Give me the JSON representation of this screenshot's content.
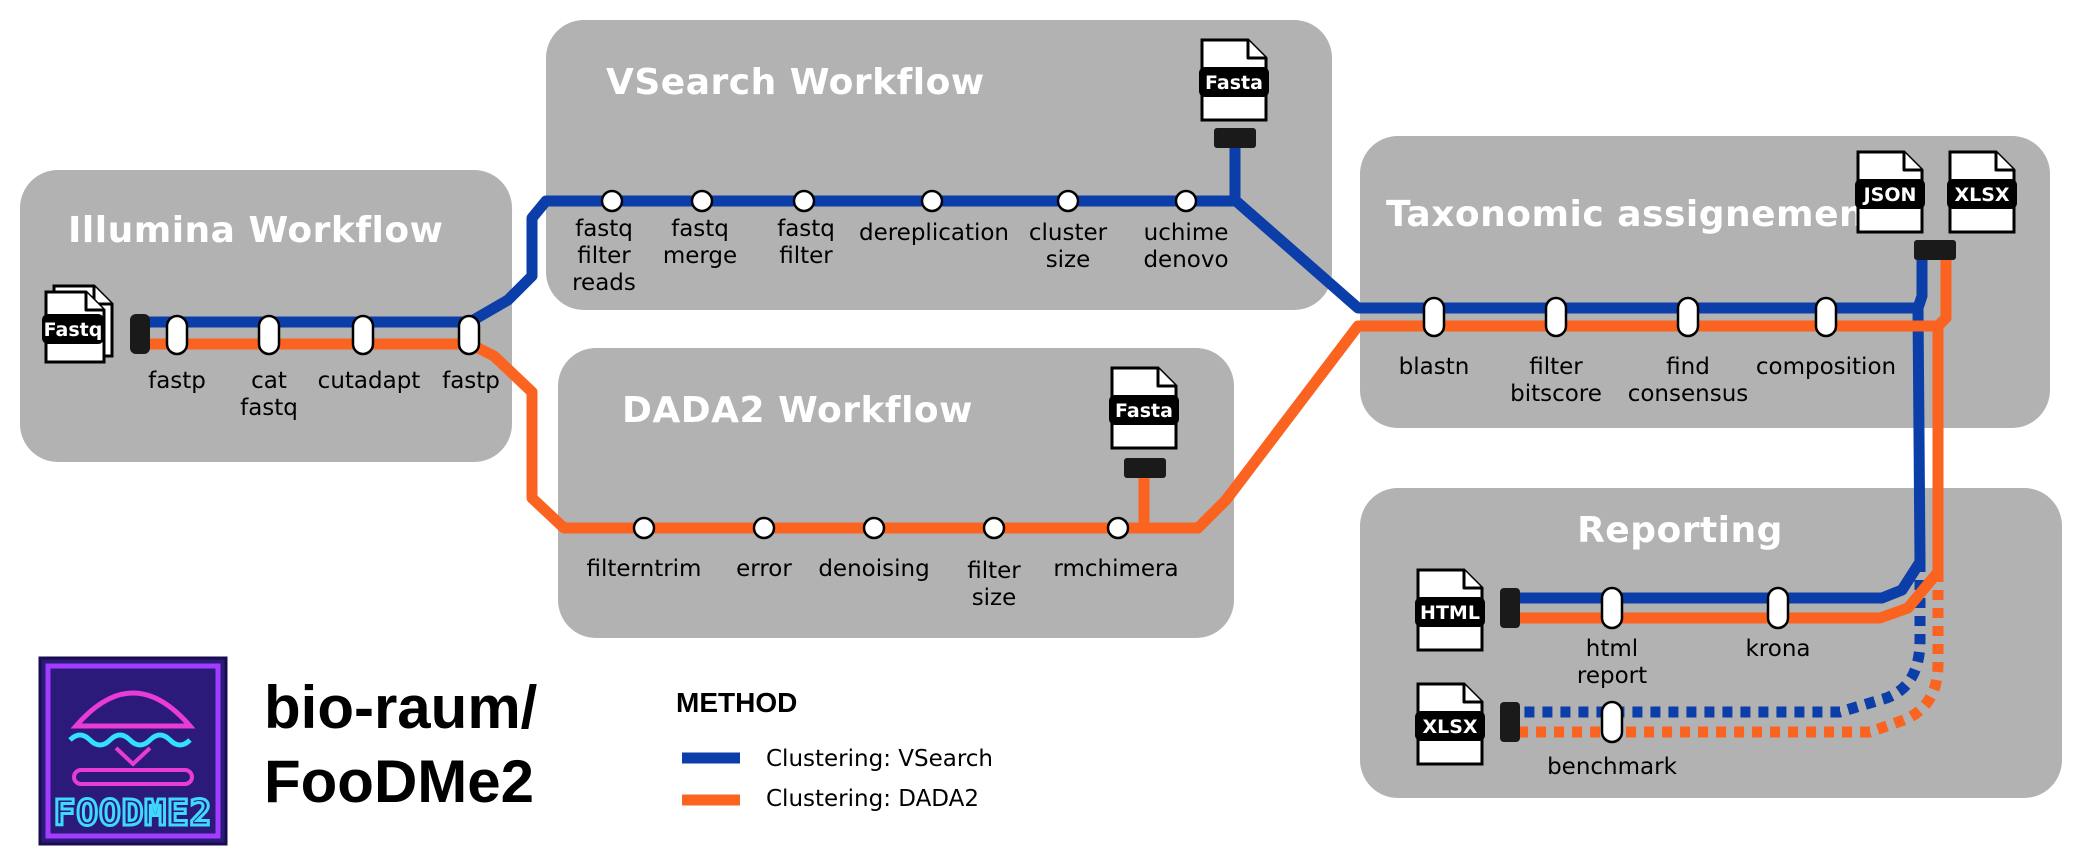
{
  "panels": {
    "illumina": "Illumina Workflow",
    "vsearch": "VSearch Workflow",
    "dada2": "DADA2 Workflow",
    "taxonomy": "Taxonomic assignement",
    "reporting": "Reporting"
  },
  "steps": {
    "illumina_fastp1": [
      "fastp"
    ],
    "illumina_cat": [
      "cat",
      "fastq"
    ],
    "illumina_cutadapt": [
      "cutadapt"
    ],
    "illumina_fastp2": [
      "fastp"
    ],
    "vs_filter_reads": [
      "fastq",
      "filter",
      "reads"
    ],
    "vs_merge": [
      "fastq",
      "merge"
    ],
    "vs_filter": [
      "fastq",
      "filter"
    ],
    "vs_dereplication": [
      "dereplication"
    ],
    "vs_cluster_size": [
      "cluster",
      "size"
    ],
    "vs_uchime": [
      "uchime",
      "denovo"
    ],
    "d2_filterntrim": [
      "filterntrim"
    ],
    "d2_error": [
      "error"
    ],
    "d2_denoising": [
      "denoising"
    ],
    "d2_filter_size": [
      "filter",
      "size"
    ],
    "d2_rmchimera": [
      "rmchimera"
    ],
    "tx_blastn": [
      "blastn"
    ],
    "tx_filter_bitscore": [
      "filter",
      "bitscore"
    ],
    "tx_find_consensus": [
      "find",
      "consensus"
    ],
    "tx_composition": [
      "composition"
    ],
    "rp_html_report": [
      "html",
      "report"
    ],
    "rp_krona": [
      "krona"
    ],
    "rp_benchmark": [
      "benchmark"
    ]
  },
  "files": {
    "fastq": "Fastq",
    "vsearch_fasta": "Fasta",
    "dada2_fasta": "Fasta",
    "json": "JSON",
    "xlsx_taxonomy": "XLSX",
    "html": "HTML",
    "xlsx_reporting": "XLSX"
  },
  "brand": {
    "line1": "bio-raum/",
    "line2": "FooDMe2",
    "logo_text": "FOODME2"
  },
  "legend": {
    "heading": "METHOD",
    "items": [
      {
        "label": "Clustering: VSearch",
        "color": "#0b3ea8"
      },
      {
        "label": "Clustering: DADA2",
        "color": "#fb6320"
      }
    ]
  },
  "colors": {
    "vsearch": "#0b3ea8",
    "dada2": "#fb6320",
    "panel": "#b2b2b2"
  }
}
